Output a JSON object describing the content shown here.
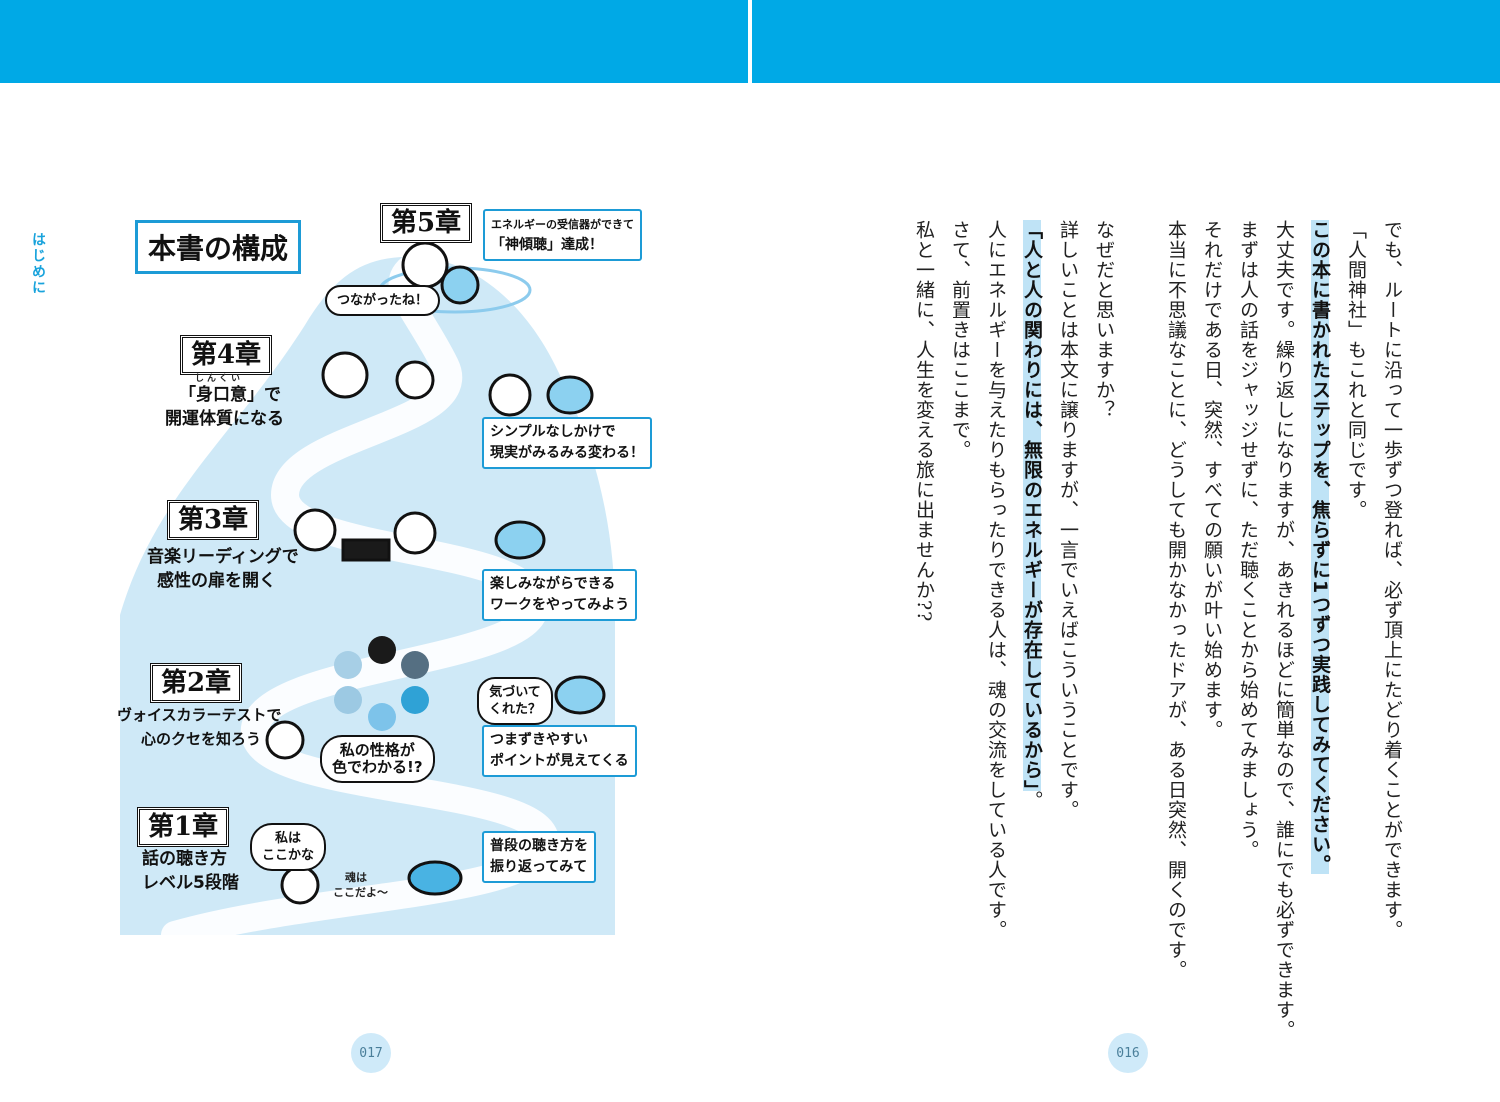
{
  "running_head": "はじめに",
  "page_numbers": {
    "left": "017",
    "right": "016"
  },
  "illustration": {
    "title": "本書の構成",
    "chapters": [
      {
        "label": "第5章",
        "note": [
          "エネルギーの受信器ができて",
          "「神傾聴」達成！"
        ],
        "bubble": "つながったね！"
      },
      {
        "label": "第4章",
        "caption": [
          "「身口意」で",
          "開運体質になる"
        ],
        "ruby": "しんくい",
        "note": [
          "シンプルなしかけで",
          "現実がみるみる変わる！"
        ]
      },
      {
        "label": "第3章",
        "caption": [
          "音楽リーディングで",
          "感性の扉を開く"
        ],
        "note": [
          "楽しみながらできる",
          "ワークをやってみよう"
        ]
      },
      {
        "label": "第2章",
        "caption": [
          "ヴォイスカラーテストで",
          "心のクセを知ろう"
        ],
        "note": [
          "つまずきやすい",
          "ポイントが見えてくる"
        ],
        "bubble": [
          "私の性格が",
          "色でわかる!?"
        ],
        "bubble2": [
          "気づいて",
          "くれた？"
        ]
      },
      {
        "label": "第1章",
        "caption": [
          "話の聴き方",
          "レベル5段階"
        ],
        "note": [
          "普段の聴き方を",
          "振り返ってみて"
        ],
        "bubble": [
          "私は",
          "ここかな"
        ],
        "soul": [
          "魂は",
          "ここだよ〜"
        ]
      }
    ]
  },
  "body": {
    "paragraphs": [
      "でも、ルートに沿って一歩ずつ登れば、必ず頂上にたどり着くことができます。",
      "「人間神社」もこれと同じです。",
      "大丈夫です。繰り返しになりますが、あきれるほどに簡単なので、誰にでも必ずできます。",
      "まずは人の話をジャッジせずに、ただ聴くことから始めてみましょう。",
      "それだけである日、突然、すべての願いが叶い始めます。",
      "本当に不思議なことに、どうしても開かなかったドアが、ある日突然、開くのです。",
      "",
      "なぜだと思いますか？",
      "詳しいことは本文に譲りますが、一言でいえばこういうことです。",
      "人にエネルギーを与えたりもらったりできる人は、魂の交流をしている人です。",
      "さて、前置きはここまで。",
      "私と一緒に、人生を変える旅に出ませんか??"
    ],
    "highlight_1": "この本に書かれたステップを、焦らずに1つずつ実践してみてください。",
    "highlight_2": "「人と人の関わりには、無限のエネルギーが存在しているから」",
    "highlight_2_end": "。"
  },
  "colors": {
    "brand": "#00a9e6",
    "highlight": "#bfe3f6",
    "mountain": "#cfe9f7"
  }
}
